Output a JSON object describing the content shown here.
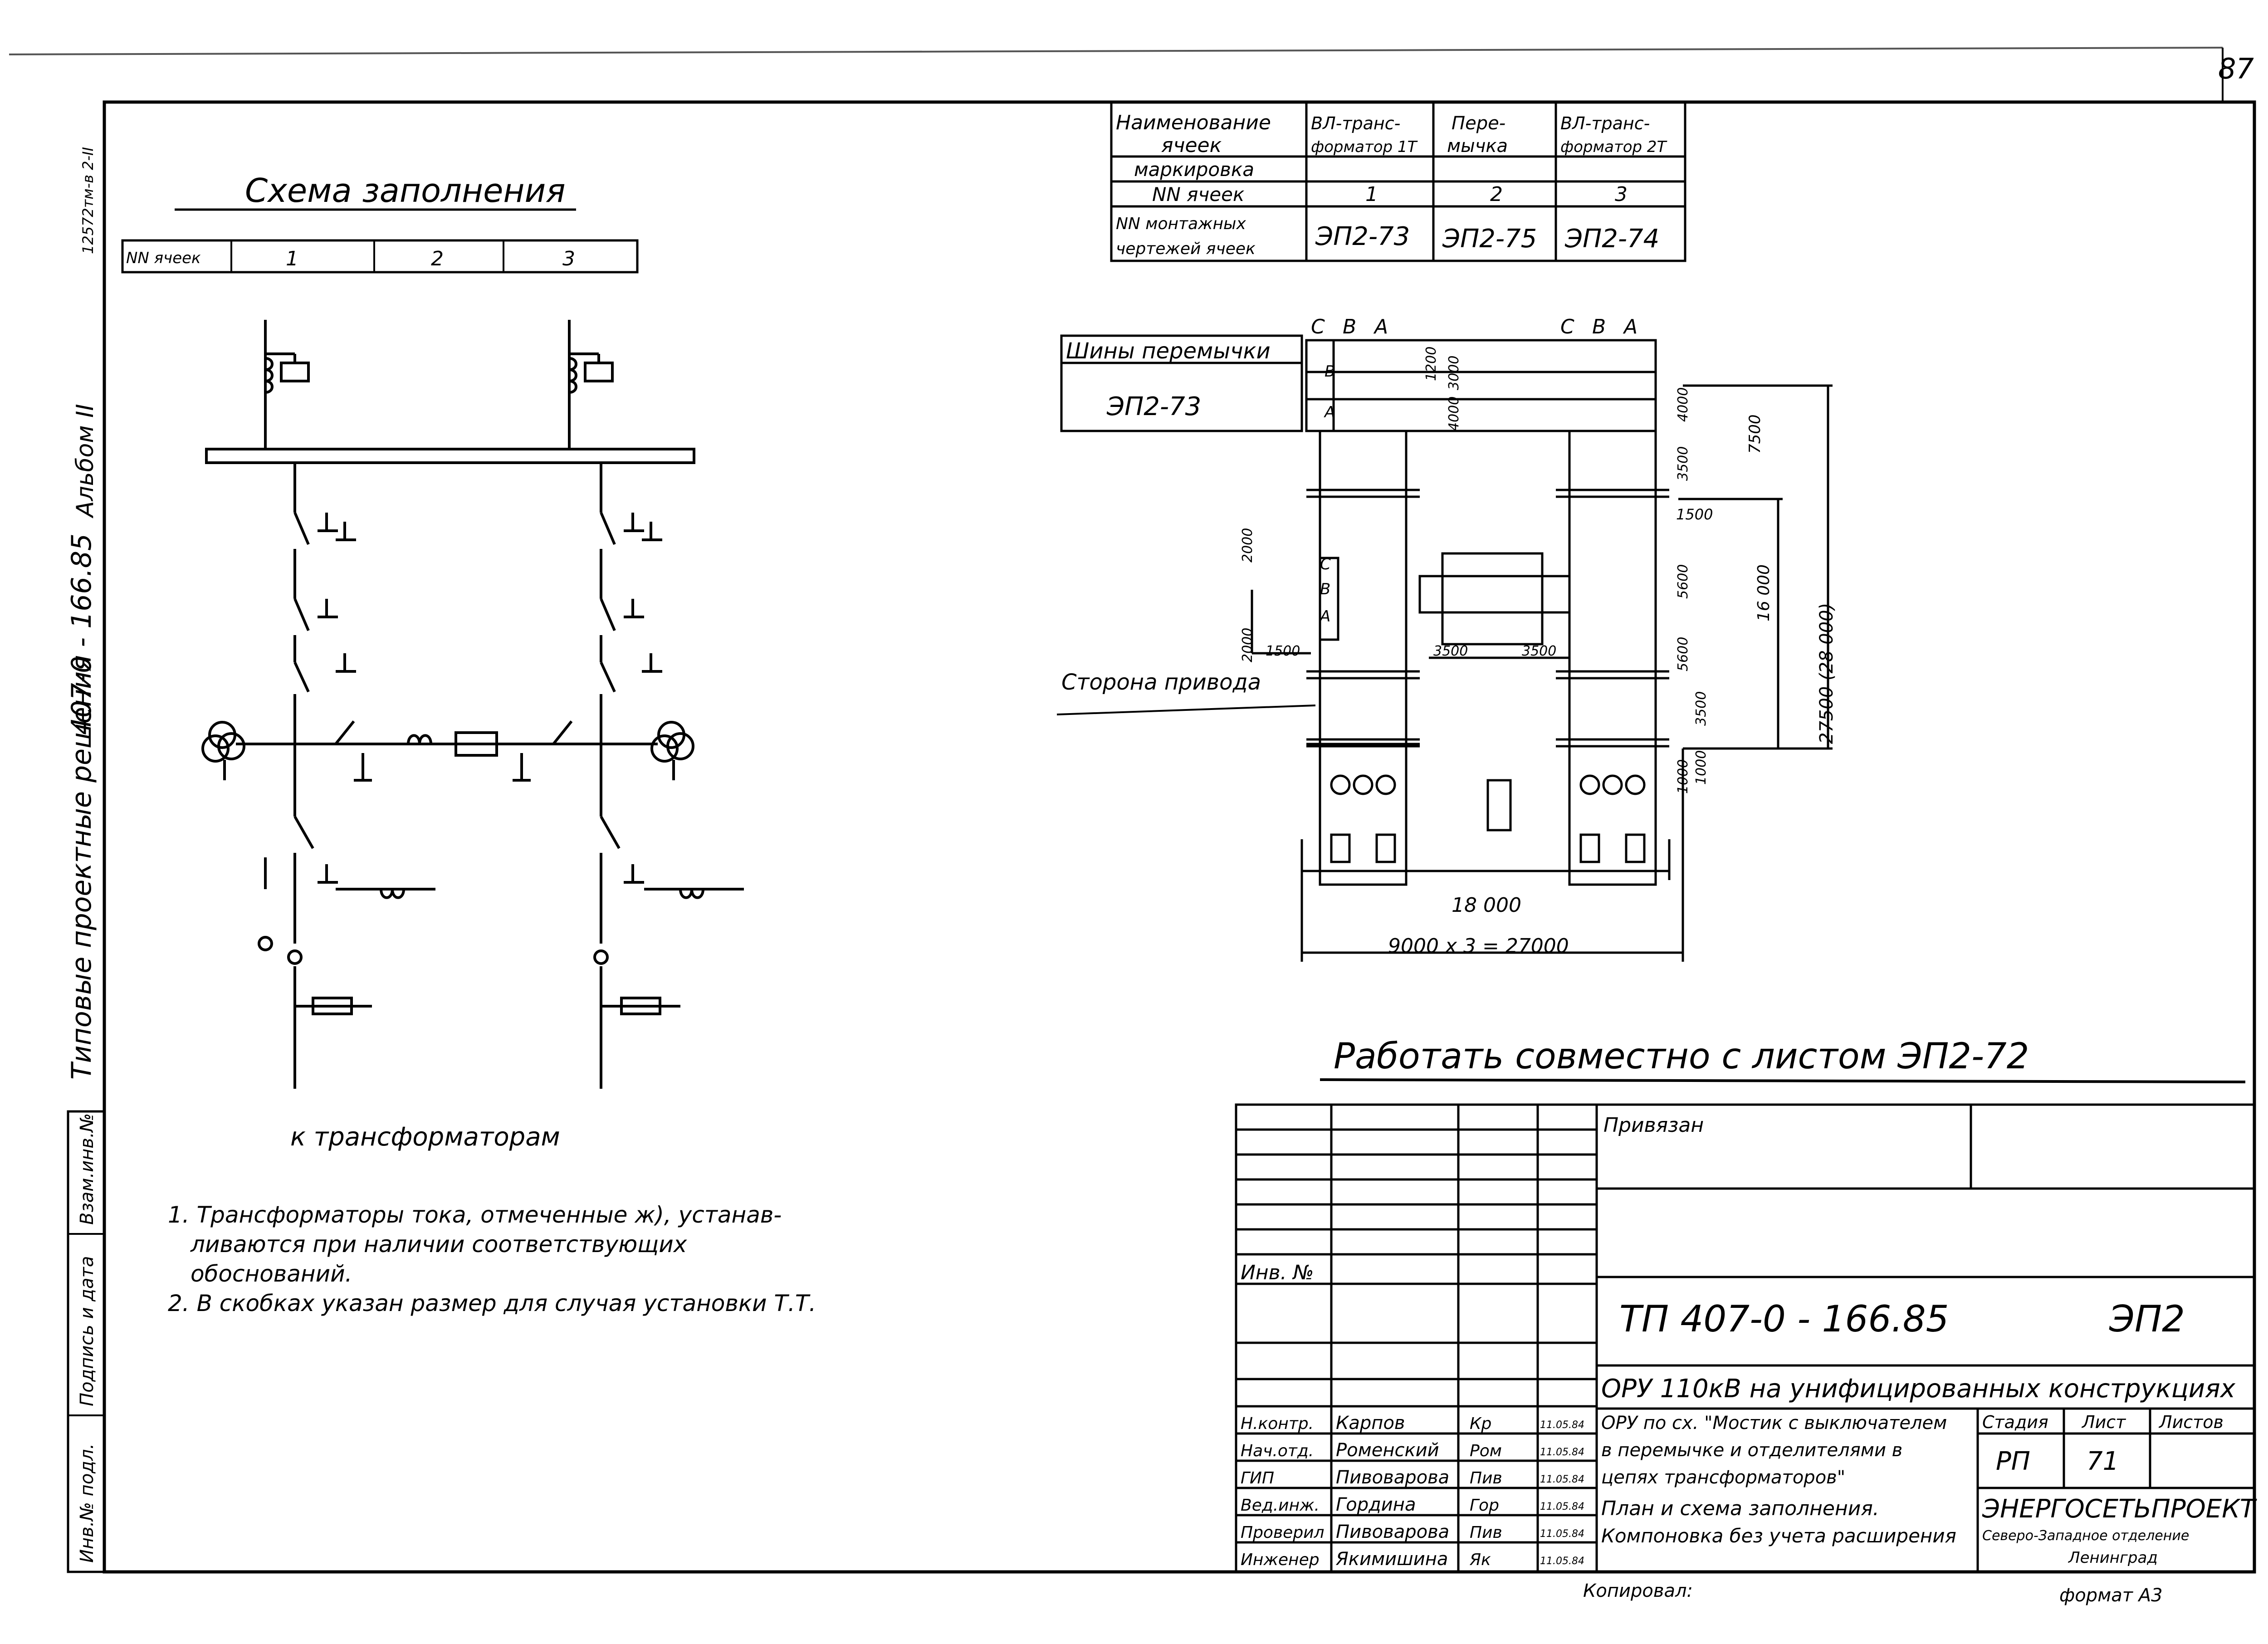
{
  "page_number": "87",
  "sidebar": {
    "series": "407-0 - 166.85",
    "album": "Альбом II",
    "archive_no": "12572тм-в 2-II",
    "series_title": "Типовые проектные решения",
    "stamp_cells": [
      "Инв.№ подл.",
      "Подпись и дата",
      "Взам.инв.№"
    ]
  },
  "fill_scheme": {
    "title": "Схема заполнения",
    "row_header": "NN ячеек",
    "cells": [
      "1",
      "2",
      "3"
    ],
    "bottom_label": "к трансформаторам",
    "notes": [
      "1. Трансформаторы тока, отмеченные ж), устанав-",
      "ливаются при наличии соответствующих",
      "обоснований.",
      "2. В скобках указан размер для случая установки Т.Т."
    ]
  },
  "cells_table": {
    "rows": [
      {
        "label": [
          "Наименование",
          "ячеек"
        ],
        "values": [
          [
            "ВЛ-транс-",
            "форматор 1Т"
          ],
          [
            "Пере-",
            "мычка"
          ],
          [
            "ВЛ-транс-",
            "форматор 2Т"
          ]
        ]
      },
      {
        "label": [
          "маркировка"
        ],
        "values": [
          [
            ""
          ],
          [
            ""
          ],
          [
            ""
          ]
        ]
      },
      {
        "label": [
          "NN ячеек"
        ],
        "values": [
          [
            "1"
          ],
          [
            "2"
          ],
          [
            "3"
          ]
        ]
      },
      {
        "label": [
          "NN монтажных",
          "чертежей ячеек"
        ],
        "values": [
          [
            "ЭП2-73"
          ],
          [
            "ЭП2-75"
          ],
          [
            "ЭП2-74"
          ]
        ]
      }
    ]
  },
  "plan": {
    "bus_label": "Шины перемычки",
    "bus_drawing": "ЭП2-73",
    "drive_side": "Сторона привода",
    "phases": [
      "С",
      "В",
      "А"
    ],
    "dims": {
      "d1200": "1200",
      "d3000": "3000",
      "d4000a": "4000",
      "d4000b": "4000",
      "d3500a": "3500",
      "d7500": "7500",
      "d1500a": "1500",
      "d5600a": "5600",
      "d5600b": "5600",
      "d16000": "16 000",
      "d27500": "27500 (28 000)",
      "d2000a": "2000",
      "d2000b": "2000",
      "d1500b": "1500",
      "d3500b": "3500",
      "d3500c": "3500",
      "d1000a": "1000",
      "d3500d": "3500",
      "d1000b": "1000",
      "d18000": "18 000",
      "d27000": "9000 х 3 = 27000"
    },
    "note": "Работать совместно с листом ЭП2-72"
  },
  "title_block": {
    "attached_label": "Привязан",
    "inv_label": "Инв. №",
    "doc_code": "ТП 407-0 - 166.85",
    "sheet_code": "ЭП2",
    "project_title": "ОРУ 110кВ на унифицированных конструкциях",
    "scheme_desc": [
      "ОРУ по сх. \"Мостик с выключателем",
      "в перемычке и отделителями в",
      "цепях трансформаторов\""
    ],
    "sheet_desc": [
      "План и схема заполнения.",
      "Компоновка без учета расширения"
    ],
    "stage_label": "Стадия",
    "sheet_label": "Лист",
    "sheets_label": "Листов",
    "stage": "РП",
    "sheet": "71",
    "sheets": "",
    "org": "ЭНЕРГОСЕТЬПРОЕКТ",
    "org_sub": [
      "Северо-Западное отделение",
      "Ленинград"
    ],
    "staff": [
      {
        "role": "Н.контр.",
        "name": "Карпов",
        "sign": "Кр",
        "date": "11.05.84"
      },
      {
        "role": "Нач.отд.",
        "name": "Роменский",
        "sign": "Ром",
        "date": "11.05.84"
      },
      {
        "role": "ГИП",
        "name": "Пивоварова",
        "sign": "Пив",
        "date": "11.05.84"
      },
      {
        "role": "Вед.инж.",
        "name": "Гордина",
        "sign": "Гор",
        "date": "11.05.84"
      },
      {
        "role": "Проверил",
        "name": "Пивоварова",
        "sign": "Пив",
        "date": "11.05.84"
      },
      {
        "role": "Инженер",
        "name": "Якимишина",
        "sign": "Як",
        "date": "11.05.84"
      }
    ],
    "copied": "Копировал:",
    "format": "формат А3"
  },
  "colors": {
    "ink": "#000000",
    "paper": "#ffffff"
  }
}
